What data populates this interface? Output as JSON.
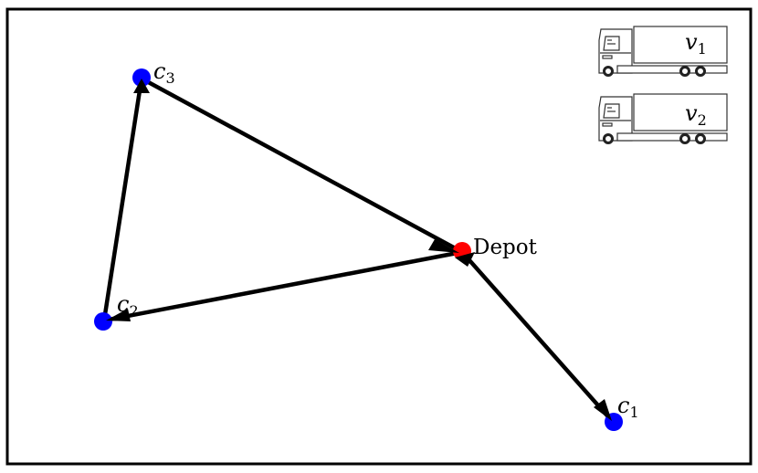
{
  "colors": {
    "depot": "#ff0000",
    "customer": "#0000ff",
    "edge": "#000000",
    "frame": "#000000"
  },
  "nodes": {
    "depot": {
      "label": "Depot"
    },
    "c1": {
      "label_base": "c",
      "label_sub": "1"
    },
    "c2": {
      "label_base": "c",
      "label_sub": "2"
    },
    "c3": {
      "label_base": "c",
      "label_sub": "3"
    }
  },
  "vehicles": [
    {
      "label_base": "v",
      "label_sub": "1",
      "icon": "truck-icon"
    },
    {
      "label_base": "v",
      "label_sub": "2",
      "icon": "truck-icon"
    }
  ],
  "routes": [
    {
      "from": "depot",
      "to": "c1"
    },
    {
      "from": "depot",
      "to": "c2"
    },
    {
      "from": "c2",
      "to": "c3"
    },
    {
      "from": "c3",
      "to": "depot"
    }
  ]
}
